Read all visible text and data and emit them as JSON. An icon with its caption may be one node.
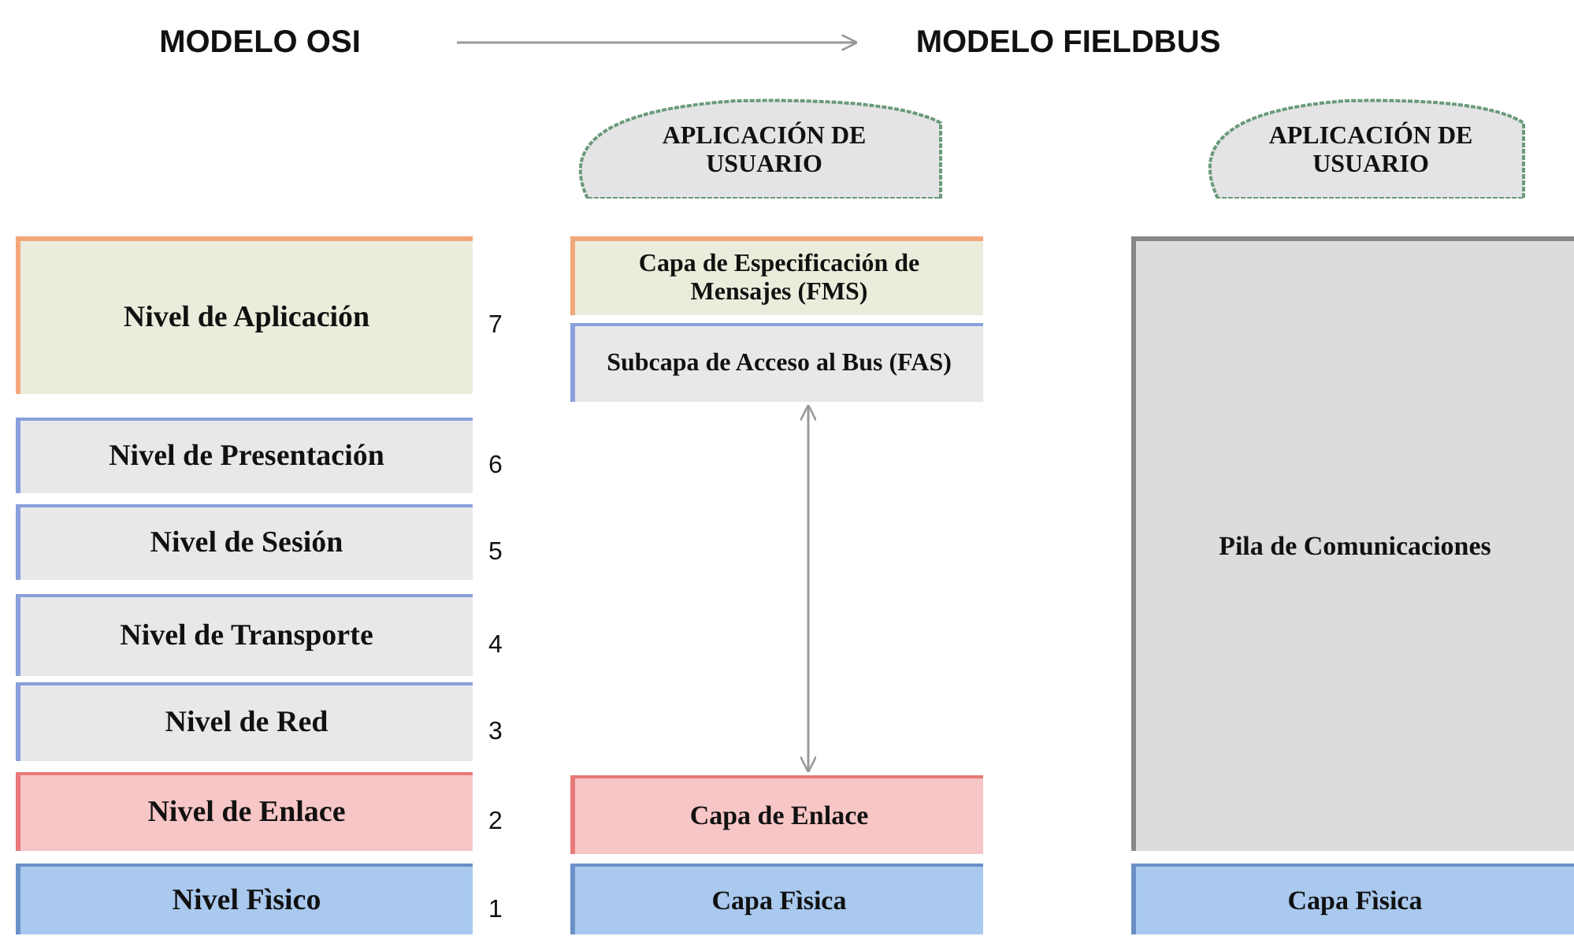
{
  "diagram": {
    "nodes": [
      {
        "text": [
          "MODELO OSI"
        ]
      },
      {
        "text": [
          "MODELO FIELDBUS"
        ]
      },
      {
        "text": [
          "APLICACIÓN DE USUARIO"
        ]
      },
      {
        "text": [
          "APLICACIÓN DE USUARIO"
        ]
      },
      {
        "text": [
          "Nivel de Aplicación"
        ],
        "beside": [
          "7"
        ]
      },
      {
        "text": [
          "Nivel de Presentación"
        ],
        "beside": [
          "6"
        ]
      },
      {
        "text": [
          "Nivel de Sesión"
        ],
        "beside": [
          "5"
        ]
      },
      {
        "text": [
          "Nivel de Transporte"
        ],
        "beside": [
          "4"
        ]
      },
      {
        "text": [
          "Nivel de Red"
        ],
        "beside": [
          "3"
        ]
      },
      {
        "text": [
          "Nivel de Enlace"
        ],
        "beside": [
          "2"
        ]
      },
      {
        "text": [
          "Nivel Fìsico"
        ],
        "beside": [
          "1"
        ]
      },
      {
        "text": [
          "Capa de Especificación de Mensajes (FMS)"
        ]
      },
      {
        "text": [
          "Subcapa de Acceso al Bus (FAS)"
        ]
      },
      {
        "text": [
          "Capa de Enlace"
        ]
      },
      {
        "text": [
          "Capa Fìsica"
        ]
      },
      {
        "text": [
          "Pila de Comunicaciones"
        ]
      },
      {
        "text": [
          "Capa Fìsica"
        ]
      }
    ],
    "edges": [
      {
        "from": 0,
        "to": 1,
        "arrow": "to"
      },
      {
        "from": 12,
        "to": 13,
        "arrow": "both"
      }
    ]
  }
}
